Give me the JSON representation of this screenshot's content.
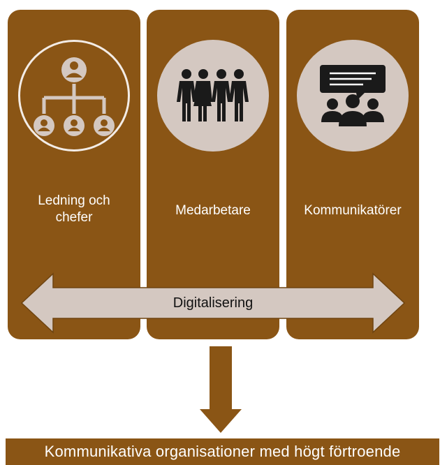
{
  "columns": [
    {
      "label": "Ledning och chefer",
      "icon": "org-hierarchy-icon"
    },
    {
      "label": "Medarbetare",
      "icon": "people-group-icon"
    },
    {
      "label": "Kommunikatörer",
      "icon": "speech-audience-icon"
    }
  ],
  "arrow": {
    "label": "Digitalisering"
  },
  "result": {
    "label": "Kommunikativa organisationer med högt förtroende"
  },
  "colors": {
    "column_bg": "#8a5515",
    "circle_fill": "#d4c8c1",
    "arrow_fill": "#d4c8c1",
    "down_arrow": "#8a5515",
    "icon_dark": "#1a1a1a"
  }
}
